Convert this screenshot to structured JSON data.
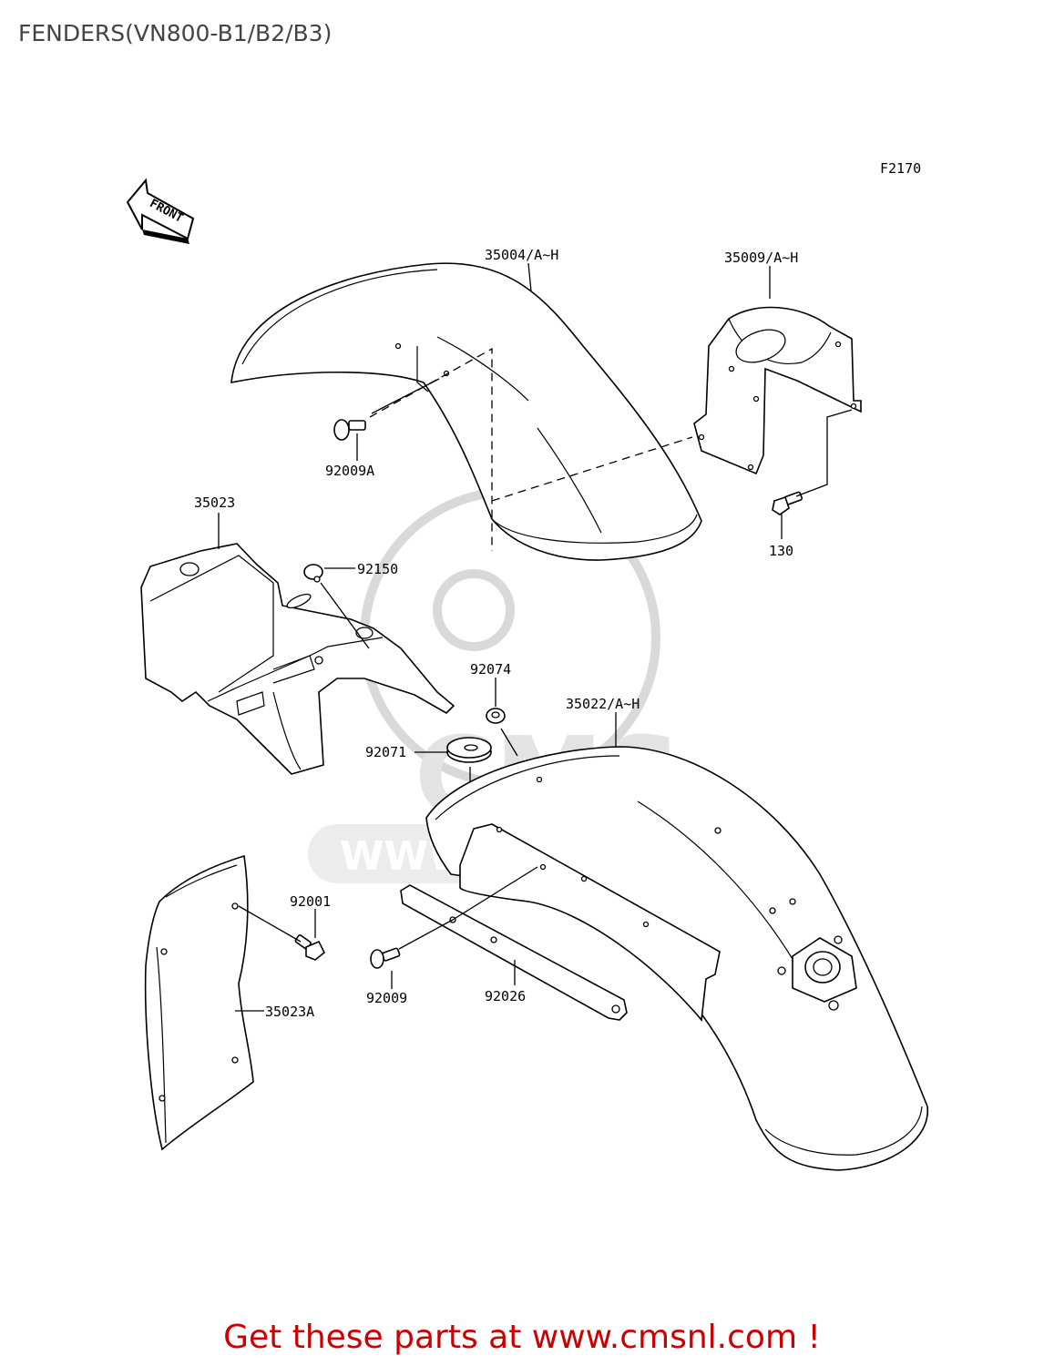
{
  "title": "FENDERS(VN800-B1/B2/B3)",
  "figure_code": "F2170",
  "front_label": "FRONT",
  "watermark": {
    "logo_text": "CMS",
    "url_text": "WWW.CMSNL.COM"
  },
  "footer": "Get these parts at www.cmsnl.com !",
  "parts": [
    {
      "id": "35004",
      "label": "35004/A~H"
    },
    {
      "id": "35009",
      "label": "35009/A~H"
    },
    {
      "id": "92009A",
      "label": "92009A"
    },
    {
      "id": "130",
      "label": "130"
    },
    {
      "id": "35023",
      "label": "35023"
    },
    {
      "id": "92150",
      "label": "92150"
    },
    {
      "id": "92074",
      "label": "92074"
    },
    {
      "id": "35022",
      "label": "35022/A~H"
    },
    {
      "id": "92071",
      "label": "92071"
    },
    {
      "id": "92001",
      "label": "92001"
    },
    {
      "id": "92009",
      "label": "92009"
    },
    {
      "id": "92026",
      "label": "92026"
    },
    {
      "id": "35023A",
      "label": "35023A"
    }
  ]
}
